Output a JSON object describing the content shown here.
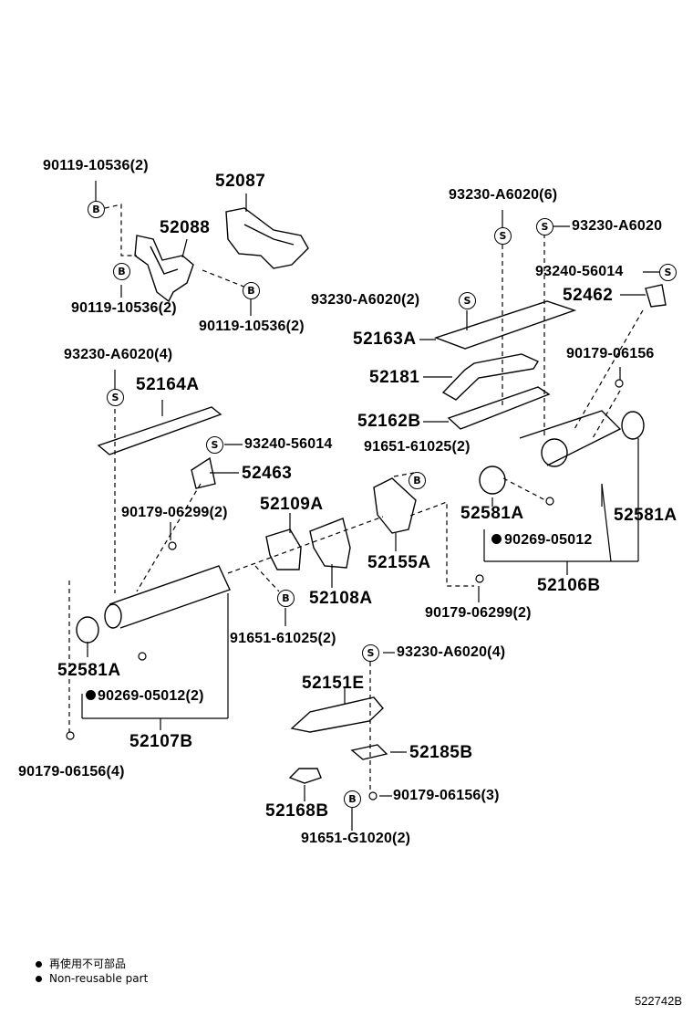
{
  "labels": {
    "p_90119_a": "90119-10536(2)",
    "p_52087": "52087",
    "p_52088": "52088",
    "p_90119_b": "90119-10536(2)",
    "p_90119_c": "90119-10536(2)",
    "p_93230_top": "93230-A6020(6)",
    "p_93230_right": "93230-A6020",
    "p_93240_right": "93240-56014",
    "p_52462": "52462",
    "p_93230_mid": "93230-A6020(2)",
    "p_52163A": "52163A",
    "p_52181": "52181",
    "p_52162B": "52162B",
    "p_90179_06156": "90179-06156",
    "p_93230_left": "93230-A6020(4)",
    "p_52164A": "52164A",
    "p_93240_mid": "93240-56014",
    "p_91651_top": "91651-61025(2)",
    "p_52463": "52463",
    "p_90179_06299_a": "90179-06299(2)",
    "p_52109A": "52109A",
    "p_52155A": "52155A",
    "p_52581A_r1": "52581A",
    "p_52581A_r2": "52581A",
    "p_90269_r": "90269-05012",
    "p_52106B": "52106B",
    "p_52108A": "52108A",
    "p_90179_06299_b": "90179-06299(2)",
    "p_91651_mid": "91651-61025(2)",
    "p_93230_bottom": "93230-A6020(4)",
    "p_52581A_l": "52581A",
    "p_52151E": "52151E",
    "p_90269_l": "90269-05012(2)",
    "p_52107B": "52107B",
    "p_52185B": "52185B",
    "p_90179_06156_4": "90179-06156(4)",
    "p_52168B": "52168B",
    "p_90179_06156_3": "90179-06156(3)",
    "p_91651_g": "91651-G1020(2)"
  },
  "symbols": {
    "bolt": "B",
    "seal": "S"
  },
  "legend": {
    "line1": "再使用不可部品",
    "line2": "Non-reusable part"
  },
  "figure_id": "522742B"
}
